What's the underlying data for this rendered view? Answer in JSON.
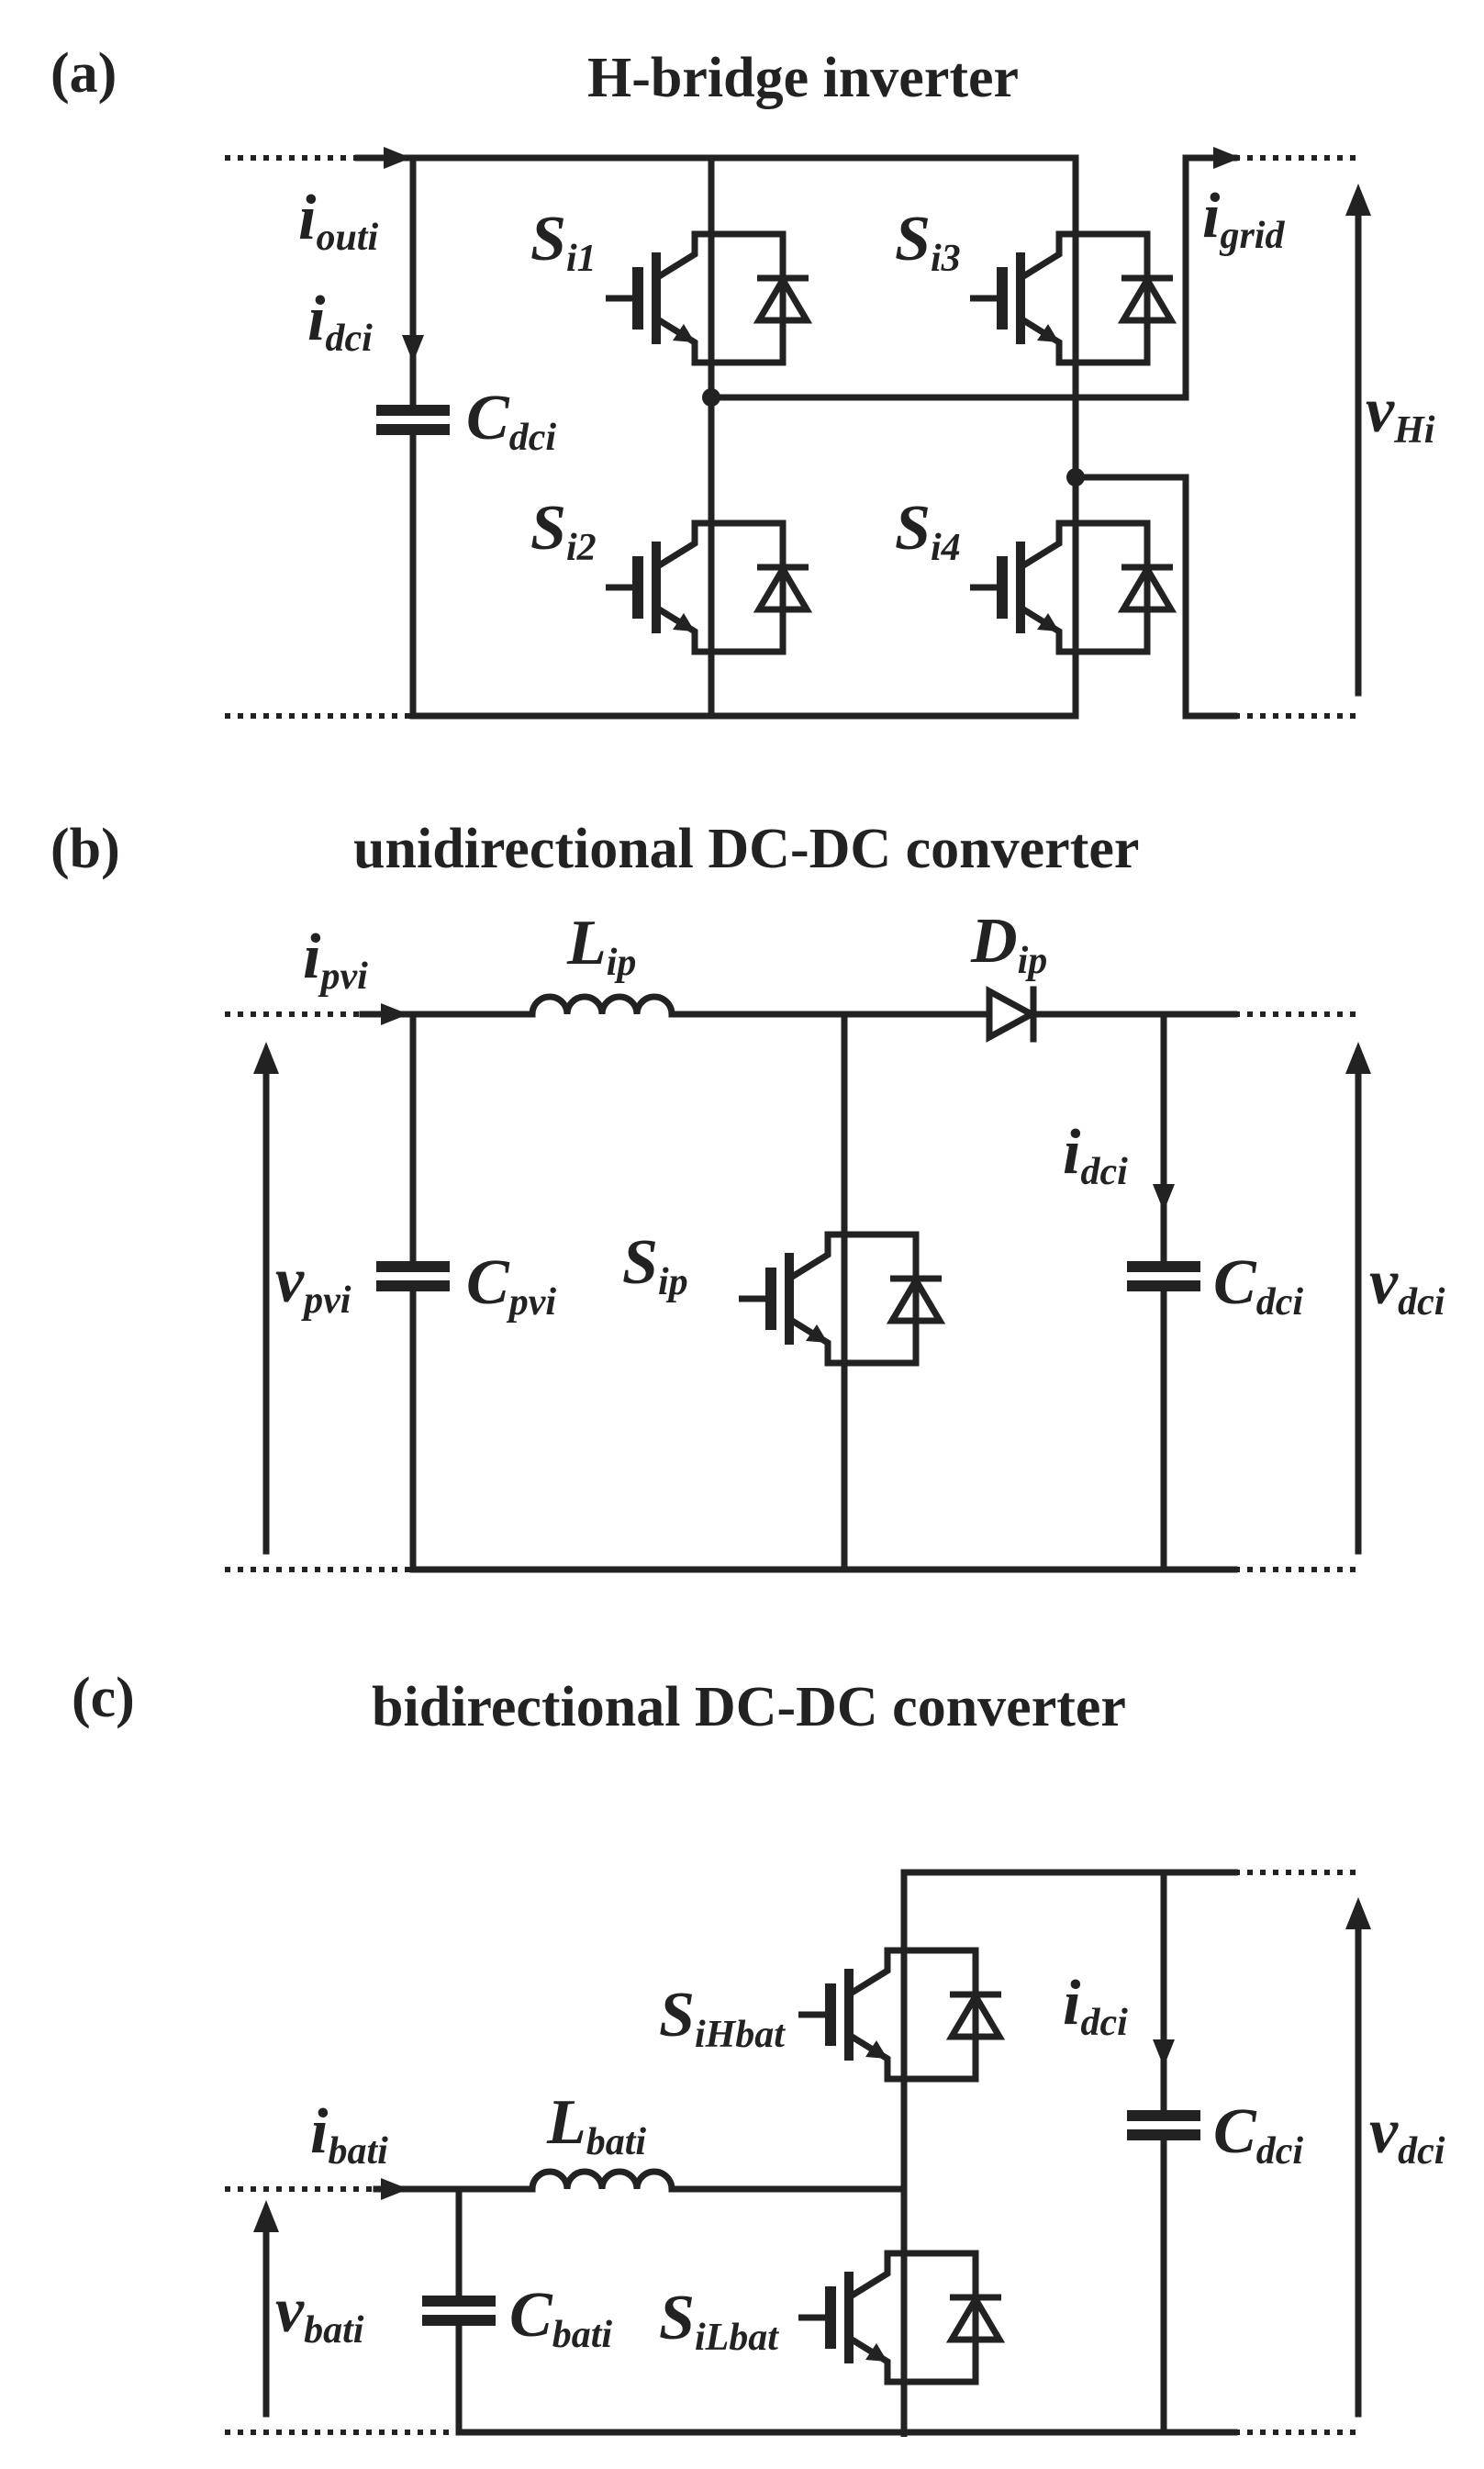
{
  "panels": [
    {
      "tag": "(a)",
      "title": "H-bridge inverter",
      "labels": {
        "i_out": {
          "main": "i",
          "sub": "outi"
        },
        "i_dc": {
          "main": "i",
          "sub": "dci"
        },
        "C_dc": {
          "main": "C",
          "sub": "dci"
        },
        "S1": {
          "main": "S",
          "sub": "i1"
        },
        "S2": {
          "main": "S",
          "sub": "i2"
        },
        "S3": {
          "main": "S",
          "sub": "i3"
        },
        "S4": {
          "main": "S",
          "sub": "i4"
        },
        "i_grid": {
          "main": "i",
          "sub": "grid"
        },
        "v_H": {
          "main": "v",
          "sub": "Hi"
        }
      }
    },
    {
      "tag": "(b)",
      "title": "unidirectional DC-DC converter",
      "labels": {
        "i_pv": {
          "main": "i",
          "sub": "pvi"
        },
        "L_ip": {
          "main": "L",
          "sub": "ip"
        },
        "D_ip": {
          "main": "D",
          "sub": "ip"
        },
        "v_pv": {
          "main": "v",
          "sub": "pvi"
        },
        "C_pv": {
          "main": "C",
          "sub": "pvi"
        },
        "S_ip": {
          "main": "S",
          "sub": "ip"
        },
        "i_dc": {
          "main": "i",
          "sub": "dci"
        },
        "C_dc": {
          "main": "C",
          "sub": "dci"
        },
        "v_dc": {
          "main": "v",
          "sub": "dci"
        }
      }
    },
    {
      "tag": "(c)",
      "title": "bidirectional DC-DC converter",
      "labels": {
        "S_H": {
          "main": "S",
          "sub": "iHbat"
        },
        "S_L": {
          "main": "S",
          "sub": "iLbat"
        },
        "i_dc": {
          "main": "i",
          "sub": "dci"
        },
        "C_dc": {
          "main": "C",
          "sub": "dci"
        },
        "v_dc": {
          "main": "v",
          "sub": "dci"
        },
        "i_bat": {
          "main": "i",
          "sub": "bati"
        },
        "L_bat": {
          "main": "L",
          "sub": "bati"
        },
        "v_bat": {
          "main": "v",
          "sub": "bati"
        },
        "C_bat": {
          "main": "C",
          "sub": "bati"
        }
      }
    }
  ]
}
